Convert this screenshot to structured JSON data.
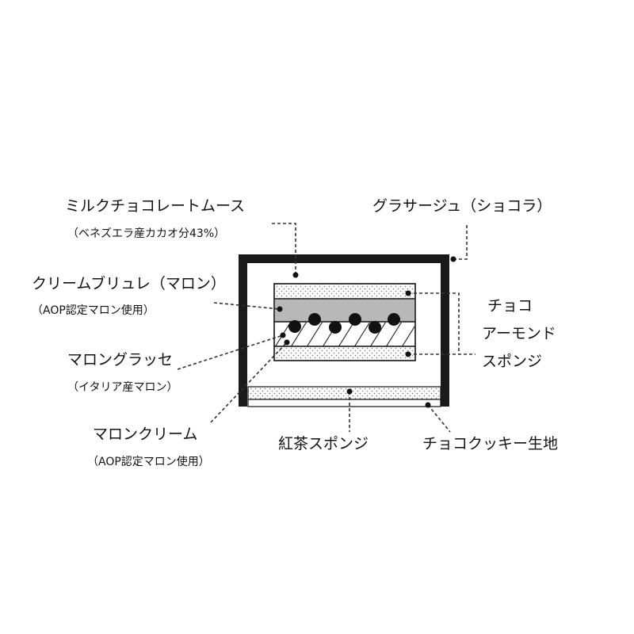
{
  "labels": {
    "milk_mousse": {
      "title": "ミルクチョコレートムース",
      "note": "（ベネズエラ産カカオ分43%）"
    },
    "glacage": {
      "title": "グラサージュ（ショコラ）"
    },
    "creme_brulee": {
      "title": "クリームブリュレ（マロン）",
      "note": "（AOP認定マロン使用）"
    },
    "almond_sponge": {
      "line1": "チョコ",
      "line2": "アーモンド",
      "line3": "スポンジ"
    },
    "marron_glace": {
      "title": "マロングラッセ",
      "note": "（イタリア産マロン）"
    },
    "marron_cream": {
      "title": "マロンクリーム",
      "note": "（AOP認定マロン使用）"
    },
    "tea_sponge": {
      "title": "紅茶スポンジ"
    },
    "cookie_base": {
      "title": "チョコクッキー生地"
    }
  },
  "colors": {
    "ink": "#111111",
    "frame": "#1a1a1a",
    "creme_fill": "#b8b8b8",
    "dots": "#777777"
  }
}
